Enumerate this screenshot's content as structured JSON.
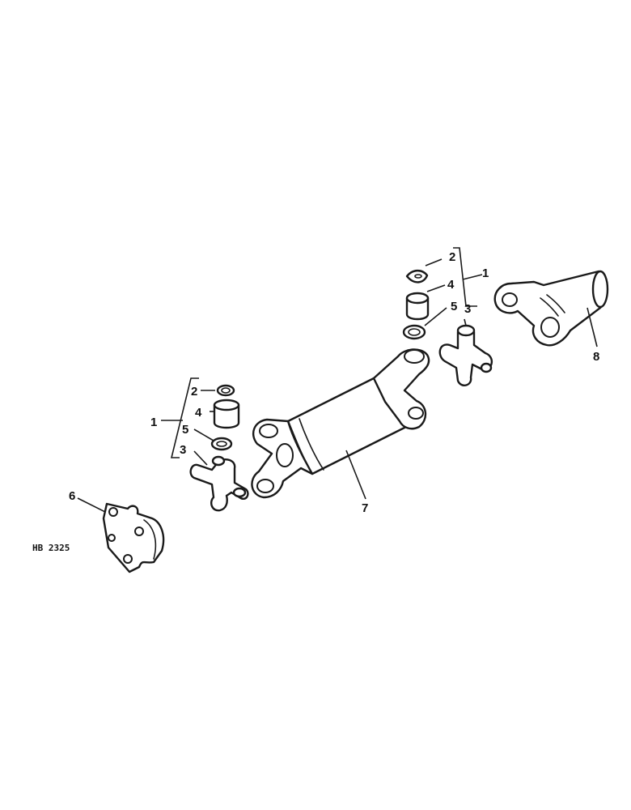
{
  "figure_code": "HB 2325",
  "callouts": {
    "left_group": {
      "kit": "1",
      "ring": "2",
      "cap": "4",
      "seal": "5",
      "cross": "3"
    },
    "right_group": {
      "kit": "1",
      "ring": "2",
      "cap": "4",
      "seal": "5",
      "cross": "3"
    },
    "flange_yoke": "6",
    "propeller_shaft": "7",
    "slip_yoke": "8"
  }
}
